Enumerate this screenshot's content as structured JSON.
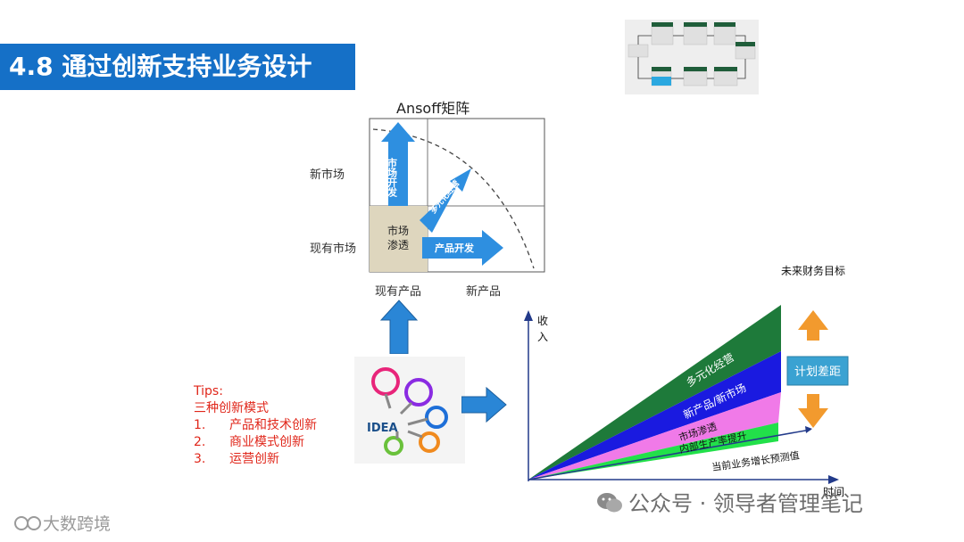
{
  "slide": {
    "title": "4.8 通过创新支持业务设计"
  },
  "ansoff": {
    "title": "Ansoff矩阵",
    "row_labels": [
      "新市场",
      "现有市场"
    ],
    "col_labels": [
      "现有产品",
      "新产品"
    ],
    "cells": {
      "penetration": "市场渗透",
      "market_dev": "市场开发",
      "product_dev": "产品开发",
      "diversification": "多元化经营"
    }
  },
  "tips": {
    "heading": "Tips:",
    "subheading": "三种创新模式",
    "items": [
      {
        "num": "1.",
        "text": "产品和技术创新"
      },
      {
        "num": "2.",
        "text": "商业模式创新"
      },
      {
        "num": "3.",
        "text": "运营创新"
      }
    ]
  },
  "idea": {
    "label": "IDEA"
  },
  "growth": {
    "y_label": "收入",
    "x_label": "时间",
    "target_label": "未来财务目标",
    "baseline_label": "当前业务增长预测值",
    "gap_label": "计划差距",
    "bands": [
      "多元化经营",
      "新产品/新市场",
      "市场渗透",
      "内部生产率提升"
    ]
  },
  "watermark": {
    "text": "公众号 · 领导者管理笔记",
    "brand": "大数跨境"
  },
  "colors": {
    "title_bg": "#1570c7",
    "arrow_blue": "#2e8fe0",
    "band_green_dark": "#1e7a3a",
    "band_blue": "#1a1ae0",
    "band_pink": "#f07ae8",
    "band_green": "#22e04a",
    "gap_orange": "#f29a2e",
    "tips_red": "#e0261a"
  }
}
